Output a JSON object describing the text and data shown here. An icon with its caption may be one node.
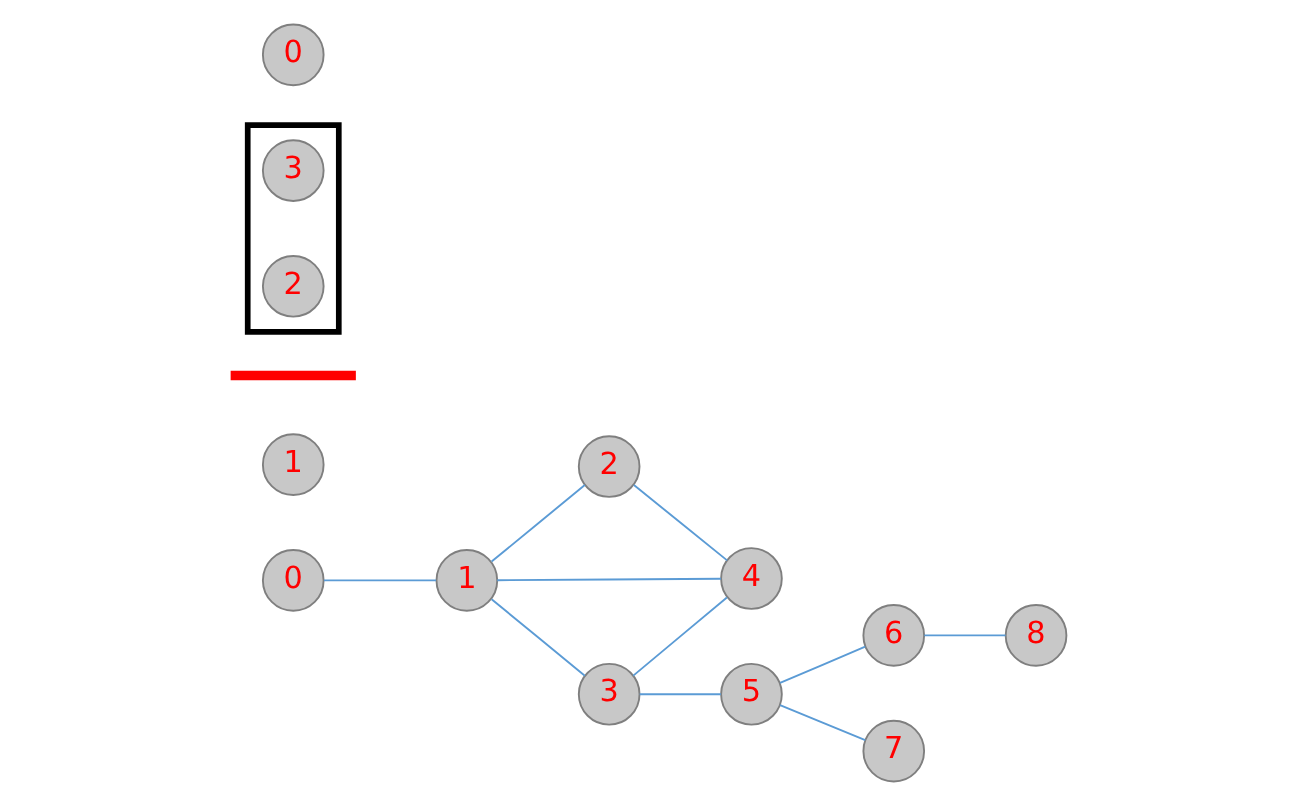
{
  "diagram": {
    "nodes": [
      {
        "text": [
          "0"
        ]
      },
      {
        "text": [
          "1"
        ]
      },
      {
        "text": [
          "2"
        ]
      },
      {
        "text": [
          "3"
        ]
      },
      {
        "text": [
          "4"
        ]
      },
      {
        "text": [
          "5"
        ]
      },
      {
        "text": [
          "6"
        ]
      },
      {
        "text": [
          "7"
        ]
      },
      {
        "text": [
          "8"
        ]
      },
      {
        "text": [
          "1"
        ]
      },
      {
        "text": [],
        "shape": "bar"
      },
      {
        "text": [],
        "shape": "box"
      },
      {
        "text": [
          "3"
        ],
        "in": 11
      },
      {
        "text": [
          "2"
        ],
        "in": 11
      },
      {
        "text": [
          "0"
        ]
      }
    ],
    "edges": [
      {
        "from": 0,
        "to": 1,
        "arrow": "none"
      },
      {
        "from": 1,
        "to": 3,
        "arrow": "none"
      },
      {
        "from": 1,
        "to": 2,
        "arrow": "none"
      },
      {
        "from": 1,
        "to": 4,
        "arrow": "none"
      },
      {
        "from": 3,
        "to": 4,
        "arrow": "none"
      },
      {
        "from": 2,
        "to": 4,
        "arrow": "none"
      },
      {
        "from": 3,
        "to": 5,
        "arrow": "none"
      },
      {
        "from": 5,
        "to": 7,
        "arrow": "none"
      },
      {
        "from": 5,
        "to": 6,
        "arrow": "none"
      },
      {
        "from": 6,
        "to": 8,
        "arrow": "none"
      }
    ]
  }
}
